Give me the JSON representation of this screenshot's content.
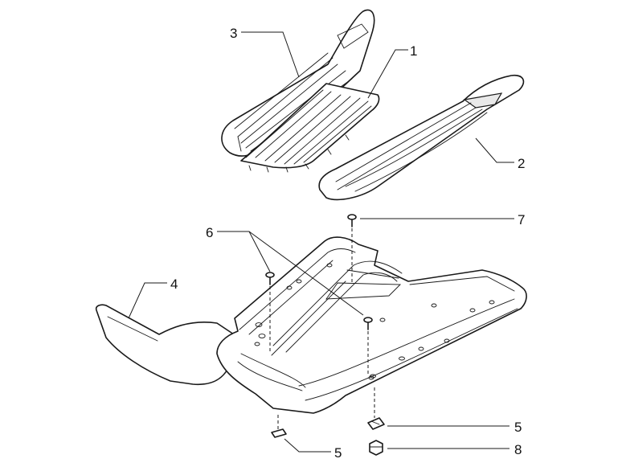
{
  "callouts": [
    {
      "id": "c3",
      "label": "3"
    },
    {
      "id": "c1",
      "label": "1"
    },
    {
      "id": "c2",
      "label": "2"
    },
    {
      "id": "c7",
      "label": "7"
    },
    {
      "id": "c6",
      "label": "6"
    },
    {
      "id": "c4",
      "label": "4"
    },
    {
      "id": "c5a",
      "label": "5"
    },
    {
      "id": "c5b",
      "label": "5"
    },
    {
      "id": "c8",
      "label": "8"
    }
  ]
}
